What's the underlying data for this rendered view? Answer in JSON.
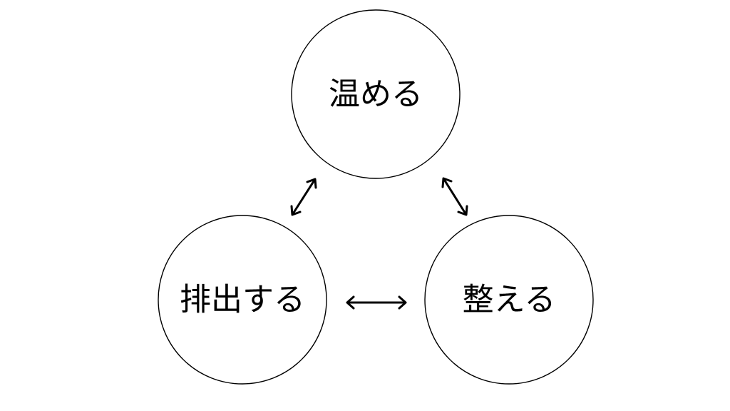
{
  "diagram": {
    "nodes": [
      {
        "id": "top",
        "label": "温める"
      },
      {
        "id": "left",
        "label": "排出する"
      },
      {
        "id": "right",
        "label": "整える"
      }
    ],
    "edges": [
      {
        "from": "top",
        "to": "left",
        "direction": "bidirectional"
      },
      {
        "from": "top",
        "to": "right",
        "direction": "bidirectional"
      },
      {
        "from": "left",
        "to": "right",
        "direction": "bidirectional"
      }
    ],
    "colors": {
      "stroke": "#000000",
      "background": "#ffffff"
    }
  }
}
